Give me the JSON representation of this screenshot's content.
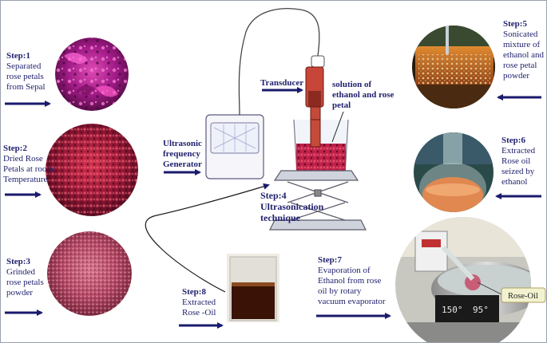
{
  "steps": {
    "s1": {
      "label": "Step:1",
      "lines": [
        "Separated",
        "rose petals",
        "from Sepal"
      ]
    },
    "s2": {
      "label": "Step:2",
      "lines": [
        "Dried Rose",
        "Petals at room",
        "Temperature"
      ]
    },
    "s3": {
      "label": "Step:3",
      "lines": [
        "Grinded",
        "rose petals",
        "powder"
      ]
    },
    "s4": {
      "label": "Step:4",
      "lines": [
        "Ultrasonication",
        "technique"
      ]
    },
    "s5": {
      "label": "Step:5",
      "lines": [
        "Sonicated",
        "mixture of",
        "ethanol and",
        "rose petal",
        "powder"
      ]
    },
    "s6": {
      "label": "Step:6",
      "lines": [
        "Extracted",
        "Rose oil",
        "seized by",
        "ethanol"
      ]
    },
    "s7": {
      "label": "Step:7",
      "lines": [
        "Evaporation of",
        "Ethanol from rose",
        "oil by rotary",
        "vacuum evaporator"
      ]
    },
    "s8": {
      "label": "Step:8",
      "lines": [
        "Extracted",
        "Rose -Oil"
      ]
    }
  },
  "apparatus": {
    "transducer": "Transducer",
    "solution": [
      "solution of",
      "ethanol and rose",
      "petal"
    ],
    "generator": [
      "Ultrasonic",
      "frequency",
      "Generator"
    ],
    "rose_oil_tag": "Rose-Oil",
    "display_left": "150°",
    "display_right": "95°"
  },
  "colors": {
    "arrow": "#1a1a6e",
    "text": "#1f1f6e",
    "petal": "#b0206a",
    "oil": "#5a1a0a"
  }
}
